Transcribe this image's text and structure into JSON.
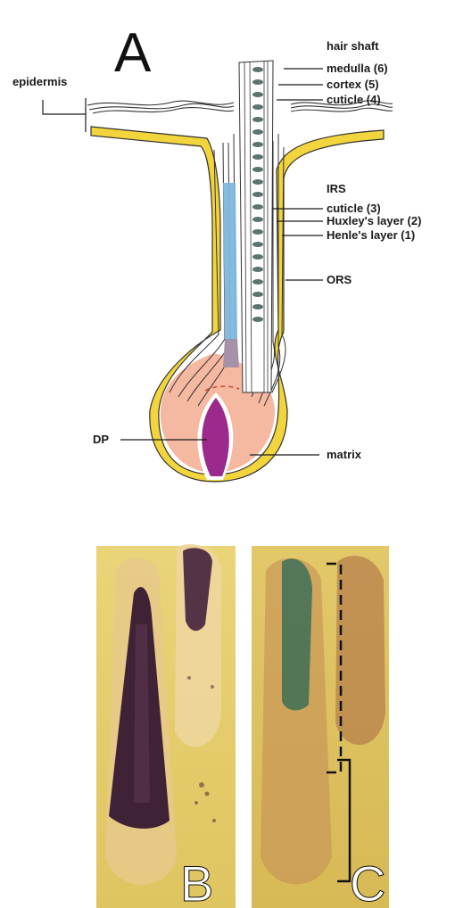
{
  "panels": {
    "a": {
      "letter": "A"
    },
    "b": {
      "letter": "B"
    },
    "c": {
      "letter": "C"
    }
  },
  "labels": {
    "hair_shaft": "hair shaft",
    "medulla": "medulla (6)",
    "cortex": "cortex (5)",
    "cuticle_shaft": "cuticle (4)",
    "epidermis": "epidermis",
    "irs": "IRS",
    "cuticle_irs": "cuticle (3)",
    "huxley": "Huxley's layer (2)",
    "henle": "Henle's layer (1)",
    "ors": "ORS",
    "dp": "DP",
    "matrix": "matrix"
  },
  "colors": {
    "ors": "#f2d43c",
    "irs": "#7db7dc",
    "matrix": "#f5b8a0",
    "dermal_papilla": "#9b2a8c",
    "medulla": "#5b7471",
    "photo_bg": "#e3c969",
    "stain_purple": "#2c0f2c",
    "stain_green": "#3d6e57"
  }
}
